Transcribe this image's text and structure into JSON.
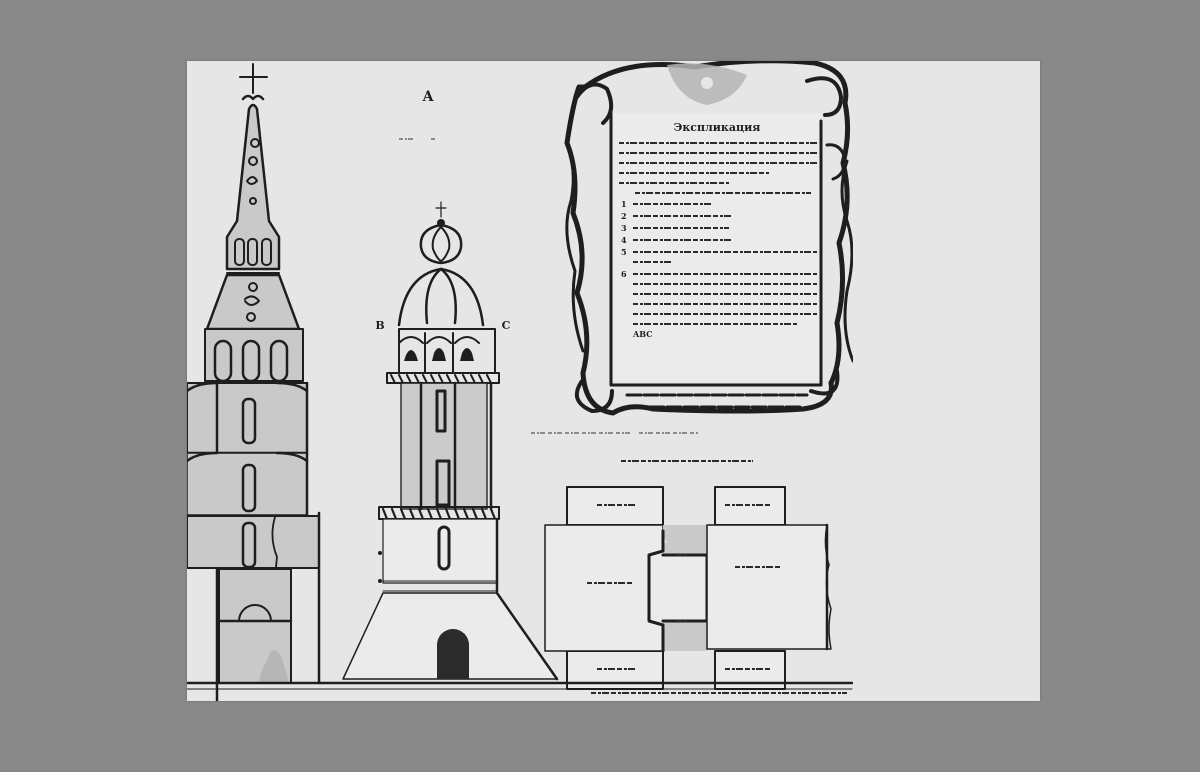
{
  "image": {
    "description": "Historical architectural drawing: elevations of two bell towers, an ornamental cartouche with a handwritten explication, and a ground plan",
    "background_color": "#898989",
    "sheet_color": "#e6e6e6",
    "ink_color": "#1e1e1e"
  },
  "tower_left": {
    "name": "Tall spired bell tower elevation"
  },
  "tower_middle": {
    "label_top": "A",
    "label_left": "B",
    "label_right": "C",
    "name": "Domed bell tower elevation"
  },
  "cartouche": {
    "title": "Экспликация",
    "list_numbers": [
      "1",
      "2",
      "3",
      "4",
      "5",
      "6"
    ],
    "closing_mark": "ABC"
  },
  "plan": {
    "name": "Ground plan"
  }
}
